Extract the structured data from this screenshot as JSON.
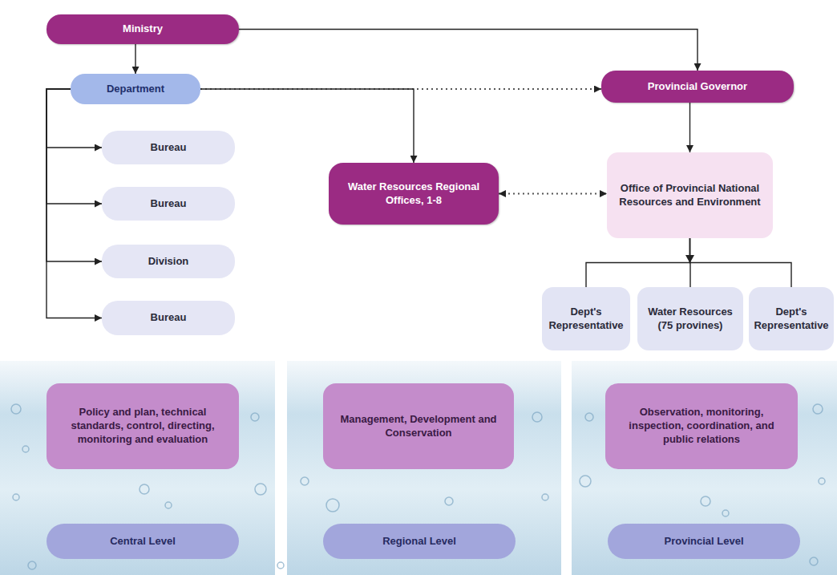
{
  "diagram": {
    "nodes": [
      {
        "text": [
          "Ministry"
        ]
      },
      {
        "text": [
          "Department"
        ]
      },
      {
        "text": [
          "Provincial Governor"
        ]
      },
      {
        "text": [
          "Bureau"
        ]
      },
      {
        "text": [
          "Bureau"
        ]
      },
      {
        "text": [
          "Water Resources Regional Offices, 1-8"
        ]
      },
      {
        "text": [
          "Office of Provincial National Resources and Environment"
        ]
      },
      {
        "text": [
          "Division"
        ]
      },
      {
        "text": [
          "Bureau"
        ]
      },
      {
        "text": [
          "Dept's Representative"
        ]
      },
      {
        "text": [
          "Water Resources (75 provines)"
        ]
      },
      {
        "text": [
          "Dept's Representative"
        ]
      },
      {
        "text": [
          "Policy and plan, technical standards, control, directing, monitoring and evaluation"
        ]
      },
      {
        "text": [
          "Management, Development and Conservation"
        ]
      },
      {
        "text": [
          "Observation, monitoring, inspection, coordination, and public relations"
        ]
      },
      {
        "text": [
          "Central Level"
        ]
      },
      {
        "text": [
          "Regional Level"
        ]
      },
      {
        "text": [
          "Provincial Level"
        ]
      }
    ],
    "edges": [
      {
        "from": 0,
        "to": 1,
        "arrow": "to"
      },
      {
        "from": 0,
        "to": 2,
        "arrow": "to"
      },
      {
        "from": 1,
        "to": 2,
        "arrow": "to"
      },
      {
        "from": 1,
        "to": 5,
        "arrow": "to"
      },
      {
        "from": 1,
        "to": 3,
        "arrow": "to"
      },
      {
        "from": 1,
        "to": 4,
        "arrow": "to"
      },
      {
        "from": 1,
        "to": 7,
        "arrow": "to"
      },
      {
        "from": 1,
        "to": 8,
        "arrow": "to"
      },
      {
        "from": 2,
        "to": 6,
        "arrow": "to"
      },
      {
        "from": 5,
        "to": 6,
        "arrow": "both"
      },
      {
        "from": 6,
        "to": 9,
        "arrow": "none"
      },
      {
        "from": 6,
        "to": 10,
        "arrow": "none"
      },
      {
        "from": 6,
        "to": 11,
        "arrow": "none"
      }
    ]
  }
}
